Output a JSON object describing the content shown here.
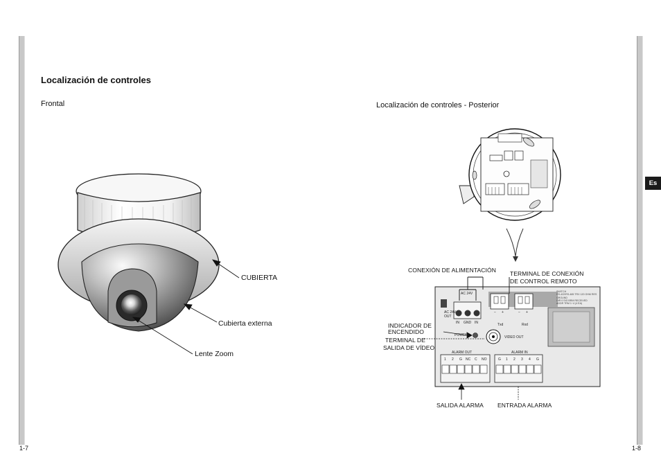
{
  "section_title": "Localización de controles",
  "front": {
    "caption": "Frontal",
    "labels": {
      "cubierta": "CUBIERTA",
      "cubierta_externa": "Cubierta externa",
      "lente_zoom": "Lente Zoom"
    }
  },
  "rear": {
    "caption": "Localización de controles - Posterior",
    "labels": {
      "conexion_alimentacion": "CONEXIÓN DE ALIMENTACIÓN",
      "terminal_remoto_1": "TERMINAL DE CONEXIÓN",
      "terminal_remoto_2": "DE CONTROL REMOTO",
      "indicador_1": "INDICADOR DE",
      "indicador_2": "ENCENDIDO",
      "salida_video_1": "TERMINAL DE",
      "salida_video_2": "SALIDA DE VÍDEO",
      "salida_alarma": "SALIDA ALARMA",
      "entrada_alarma": "ENTRADA ALARMA"
    },
    "panel": {
      "ac24v": "AC 24V",
      "ac24v_out_1": "AC 24V",
      "ac24v_out_2": "OUT",
      "in1": "IN",
      "gnd": "GND",
      "in2": "IN",
      "minus": "−",
      "plus": "+",
      "txd": "Txd",
      "rxd": "Rxd",
      "power": "POWER",
      "video_out": "VIDEO OUT",
      "alarm_out": "ALARM OUT",
      "alarm_in": "ALARM IN",
      "alarm_out_pins": [
        "1",
        "2",
        "G",
        "NC",
        "C",
        "NO"
      ],
      "alarm_in_pins": [
        "G",
        "1",
        "2",
        "3",
        "4",
        "G"
      ],
      "info_lines": [
        "SWITCH",
        "RS-422/RS-485 TRX 120 OHM RES",
        "GROUND",
        "DIR 0 SIG BRM RECEIVED",
        "ADDR TRM 1~4 (4 EA)"
      ]
    }
  },
  "lang_tab": "Es",
  "page_left": "1-7",
  "page_right": "1-8"
}
